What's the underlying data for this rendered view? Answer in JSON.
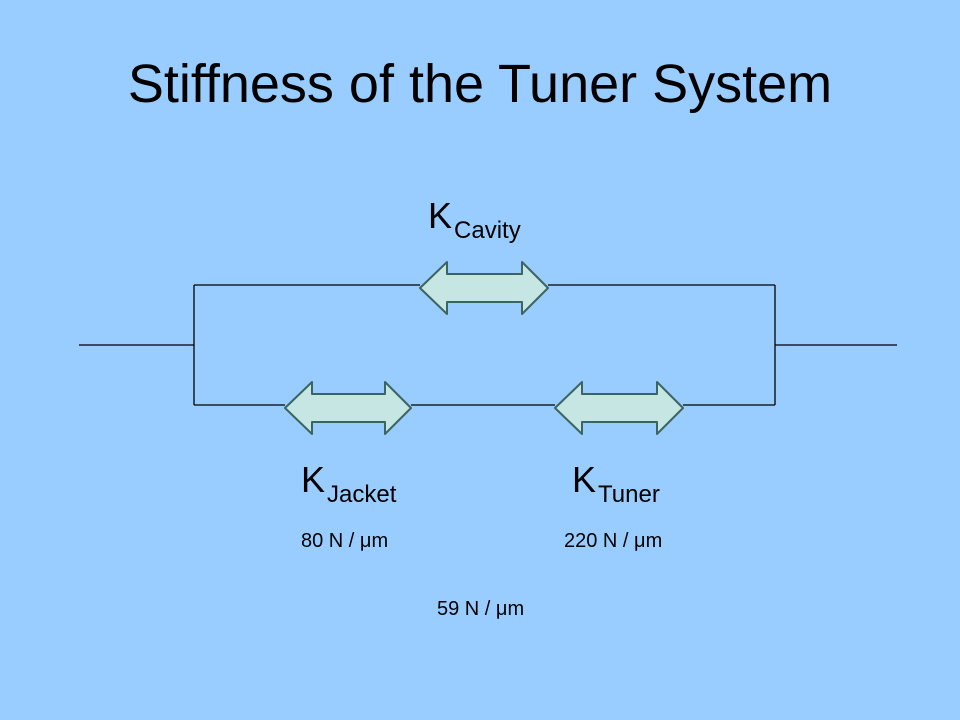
{
  "title": "Stiffness of the Tuner System",
  "colors": {
    "background": "#99ccff",
    "arrow_fill": "#c6e6e3",
    "arrow_stroke": "#3c6460",
    "wire": "#000000"
  },
  "springs": {
    "cavity": {
      "symbol": "K",
      "subscript": "Cavity"
    },
    "jacket": {
      "symbol": "K",
      "subscript": "Jacket",
      "value": "80 N / μm"
    },
    "tuner": {
      "symbol": "K",
      "subscript": "Tuner",
      "value": "220 N / μm"
    }
  },
  "total": {
    "value": "59 N / μm"
  }
}
